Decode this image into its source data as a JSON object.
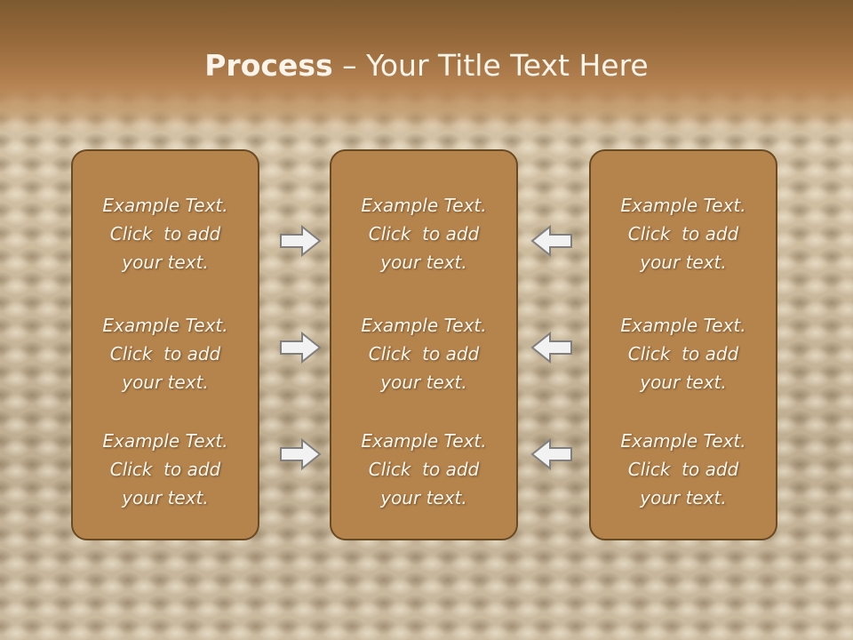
{
  "title": {
    "bold": "Process",
    "rest": " – Your Title Text Here"
  },
  "panels": [
    {
      "items": [
        {
          "l1": "Example Text.",
          "l2": "Click  to add",
          "l3": "your text."
        },
        {
          "l1": "Example Text.",
          "l2": "Click  to add",
          "l3": "your text."
        },
        {
          "l1": "Example Text.",
          "l2": "Click  to add",
          "l3": "your text."
        }
      ]
    },
    {
      "items": [
        {
          "l1": "Example Text.",
          "l2": "Click  to add",
          "l3": "your text."
        },
        {
          "l1": "Example Text.",
          "l2": "Click  to add",
          "l3": "your text."
        },
        {
          "l1": "Example Text.",
          "l2": "Click  to add",
          "l3": "your text."
        }
      ]
    },
    {
      "items": [
        {
          "l1": "Example Text.",
          "l2": "Click  to add",
          "l3": "your text."
        },
        {
          "l1": "Example Text.",
          "l2": "Click  to add",
          "l3": "your text."
        },
        {
          "l1": "Example Text.",
          "l2": "Click  to add",
          "l3": "your text."
        }
      ]
    }
  ],
  "colors": {
    "panel": "#b5844d",
    "panel_border": "#6a4a22",
    "header": "#96693a",
    "arrow_fill": "#f2f2f2",
    "arrow_stroke": "#7f7f7f"
  },
  "icons": {
    "left_arrows": "right-arrow-icon",
    "right_arrows": "left-arrow-icon"
  }
}
